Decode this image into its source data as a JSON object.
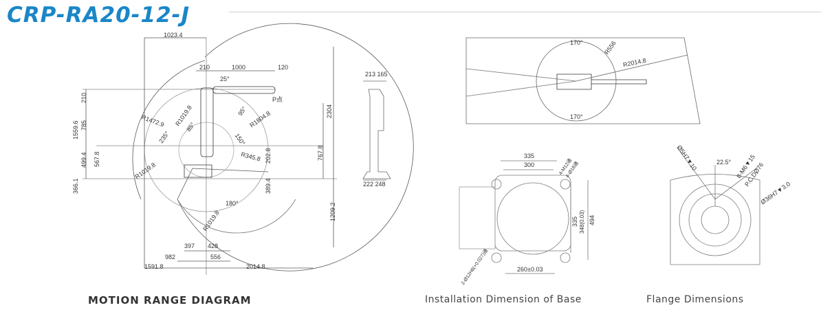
{
  "header": {
    "model": "CRP-RA20-12-J",
    "brand_color": "#1a86c8"
  },
  "motion_range": {
    "caption": "MOTION RANGE DIAGRAM",
    "labels": [
      "1023.4",
      "210",
      "1000",
      "120",
      "25°",
      "P点",
      "2304",
      "210",
      "785",
      "1559.6",
      "R1472.9",
      "R1019.8",
      "85°",
      "235°",
      "95°",
      "R1804.8",
      "150°",
      "R345.8",
      "202.8",
      "767.8",
      "499.4",
      "567.8",
      "R1019.8",
      "366.1",
      "389.4",
      "180°",
      "R1019.8",
      "1209.2",
      "397",
      "428",
      "982",
      "556",
      "1591.8",
      "2014.8"
    ],
    "side_view": {
      "top_dims": "213 165",
      "bottom_dims": "222 248"
    },
    "top_view": {
      "labels": [
        "170°",
        "R556",
        "R2014.8",
        "170°"
      ]
    }
  },
  "base": {
    "caption": "Installation Dimension of Base",
    "labels": [
      "335",
      "300",
      "4-M12通",
      "4-Ø18通",
      "335",
      "348(0.03)",
      "494",
      "260±0.03",
      "2-Ø12H8(+0.027)通"
    ]
  },
  "flange": {
    "caption": "Flange Dimensions",
    "labels": [
      "Ø5H7▼10",
      "22.5°",
      "8-M6▼15",
      "P.C.DØ76",
      "Ø36H7▼3.0"
    ]
  }
}
